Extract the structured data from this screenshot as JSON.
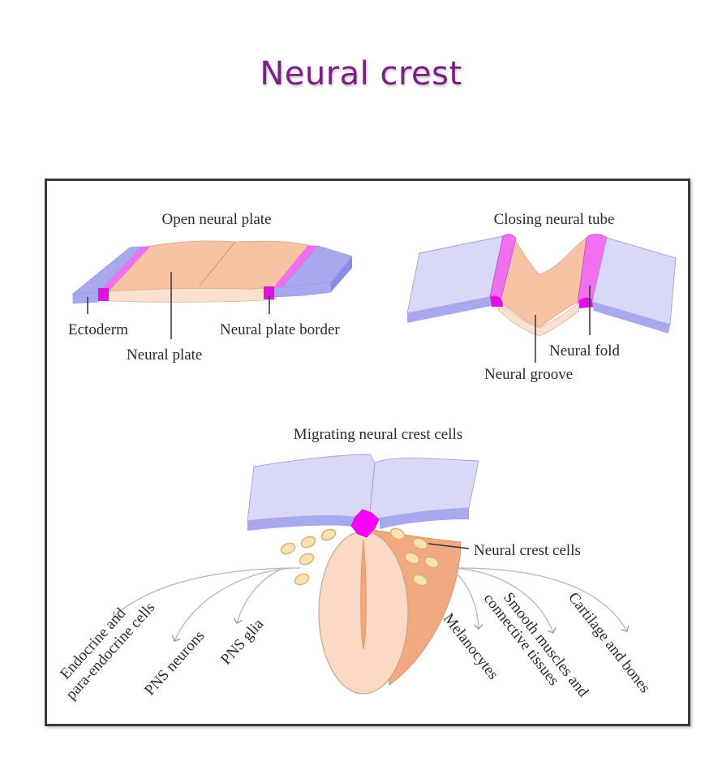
{
  "title": "Neural crest",
  "panels": {
    "open_neural_plate": {
      "heading": "Open neural plate",
      "labels": {
        "ectoderm": "Ectoderm",
        "neural_plate": "Neural plate",
        "neural_plate_border": "Neural plate border"
      }
    },
    "closing_neural_tube": {
      "heading": "Closing neural tube",
      "labels": {
        "neural_fold": "Neural fold",
        "neural_groove": "Neural groove"
      }
    },
    "migrating_neural_crest_cells": {
      "heading": "Migrating neural crest cells",
      "labels": {
        "neural_crest_cells": "Neural crest cells"
      },
      "derivatives_left": [
        {
          "line1": "Endocrine and",
          "line2": "para-endocrine cells"
        },
        {
          "line1": "PNS neurons",
          "line2": ""
        },
        {
          "line1": "PNS glia",
          "line2": ""
        }
      ],
      "derivatives_right": [
        {
          "line1": "Melanocytes",
          "line2": ""
        },
        {
          "line1": "Smooth muscles and",
          "line2": "connective tissues"
        },
        {
          "line1": "Cartilage and bones",
          "line2": ""
        }
      ]
    }
  },
  "colors": {
    "title": "#7b1f86",
    "ectoderm": "#a8a8ee",
    "ectoderm_top": "#c9c9f5",
    "ectoderm_side": "#8c8ce6",
    "neural_plate": "#f6c4a4",
    "neural_plate_side": "#fbe0cf",
    "border_stripe": "#f070f0",
    "border_core": "#e010e0",
    "crest_region": "#f3a97f",
    "cell_fill": "#f7e2b4",
    "cell_stroke": "#d7b36a",
    "arrow": "#b5b5b5"
  }
}
